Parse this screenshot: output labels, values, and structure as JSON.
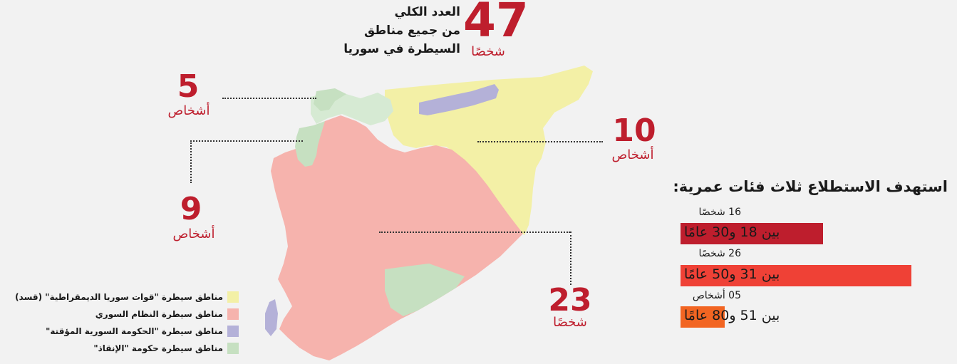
{
  "total": {
    "number": "47",
    "unit": "شخصًا",
    "text_line1": "العدد الكلي",
    "text_line2": "من جميع مناطق",
    "text_line3": "السيطرة في سوريا"
  },
  "regions": {
    "nw_top": {
      "number": "5",
      "unit": "أشخاص"
    },
    "northeast": {
      "number": "10",
      "unit": "أشخاص"
    },
    "northwest": {
      "number": "9",
      "unit": "أشخاص"
    },
    "regime": {
      "number": "23",
      "unit": "شخصًا"
    }
  },
  "survey": {
    "title": "استهدف الاستطلاع ثلاث فئات عمرية:",
    "groups": [
      {
        "count": "16 شخصًا",
        "label": "بين 18 و30 عامًا",
        "share": 0.62,
        "color": "#be1e2d"
      },
      {
        "count": "26 شخصًا",
        "label": "بين 31 و50 عامًا",
        "share": 1.0,
        "color": "#ef4136"
      },
      {
        "count": "05 أشخاص",
        "label": "بين 51 و80 عامًا",
        "share": 0.19,
        "color": "#f26522"
      }
    ]
  },
  "legend": [
    {
      "label": "مناطق سيطرة \"قوات سوريا الديمقراطية\" (قسد)",
      "color": "#f3f0a6"
    },
    {
      "label": "مناطق سيطرة النظام السوري",
      "color": "#f6b3ad"
    },
    {
      "label": "مناطق سيطرة \"الحكومة السورية المؤقتة\"",
      "color": "#b4b1d8"
    },
    {
      "label": "مناطق سيطرة حكومة \"الإنقاذ\"",
      "color": "#c6e0c1"
    }
  ],
  "colors": {
    "accent_red": "#be1e2d",
    "sdf": "#f3f0a6",
    "regime": "#f6b3ad",
    "interim": "#b4b1d8",
    "salvation": "#c6e0c1",
    "salvation_light": "#d6ead3"
  }
}
